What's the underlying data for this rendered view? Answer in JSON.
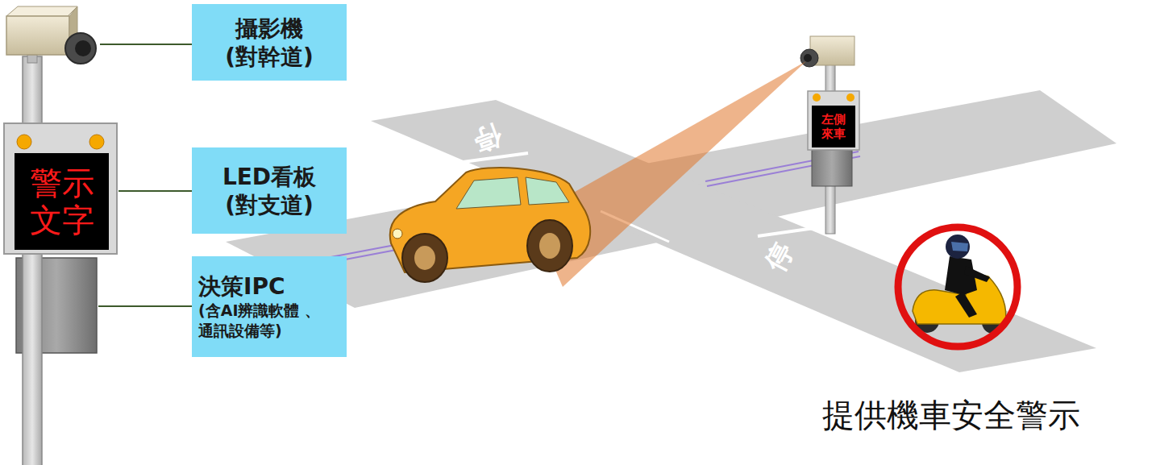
{
  "diagram": {
    "nodes": [
      {
        "text": [
          "攝影機 (對幹道)"
        ]
      },
      {
        "text": [
          "警示 文字"
        ]
      },
      {
        "text": [
          "LED看板 (對支道)"
        ]
      },
      {
        "text": [
          "決策IPC",
          "(含AI辨識軟體 、通訊設備等)"
        ]
      },
      {
        "text": [
          "左側 來車"
        ]
      }
    ],
    "labels": [
      "停",
      "停",
      "提供機車安全警示"
    ]
  }
}
